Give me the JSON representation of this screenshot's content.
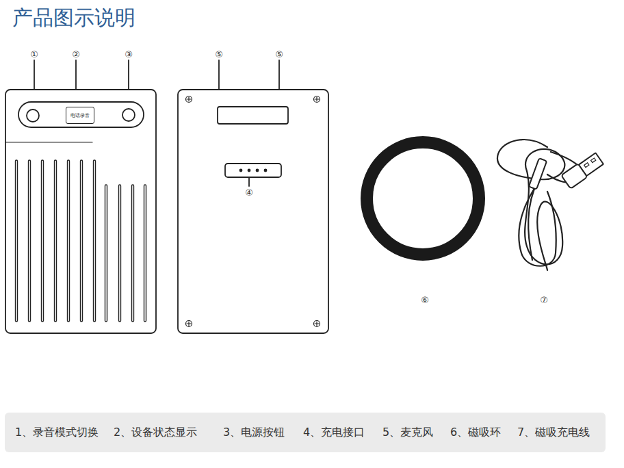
{
  "diagram": {
    "title": "产品图示说明",
    "nodes": [
      {
        "text": [
          "电话录音"
        ]
      },
      {
        "text": [
          "1、录音模式切换",
          "2、设备状态显示",
          "3、电源按钮",
          "4、充电接口",
          "5、麦克风",
          "6、磁吸环",
          "7、磁吸充电线"
        ]
      }
    ],
    "labels": [
      "①",
      "②",
      "③",
      "⑤",
      "⑤",
      "④",
      "⑥",
      "⑦"
    ]
  }
}
